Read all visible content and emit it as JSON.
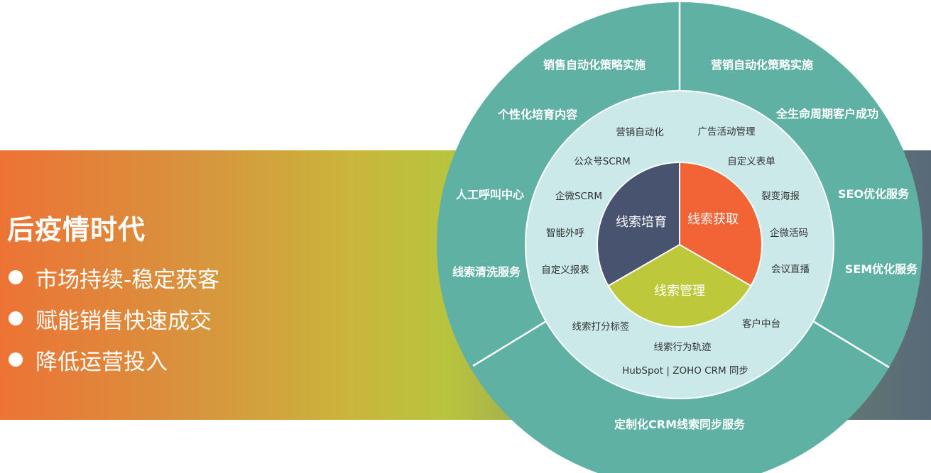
{
  "left_panel": {
    "headline": "后疫情时代",
    "bullets": [
      "市场持续-稳定获客",
      "赋能销售快速成交",
      "降低运营投入"
    ]
  },
  "diagram": {
    "core": {
      "nurture": "线索培育",
      "acquire": "线索获取",
      "manage": "线索管理"
    },
    "inner_ring": {
      "nurture": [
        "营销自动化",
        "公众号SCRM",
        "企微SCRM",
        "智能外呼",
        "自定义报表"
      ],
      "acquire": [
        "广告活动管理",
        "自定义表单",
        "裂变海报",
        "企微活码",
        "会议直播"
      ],
      "manage": [
        "客户中台",
        "线索打分标签",
        "线索行为轨迹",
        "HubSpot | ZOHO CRM 同步"
      ]
    },
    "outer_ring": {
      "left": [
        "销售自动化策略实施",
        "个性化培育内容",
        "人工呼叫中心",
        "线索清洗服务"
      ],
      "right": [
        "营销自动化策略实施",
        "全生命周期客户成功",
        "SEO优化服务",
        "SEM优化服务"
      ],
      "bottom": [
        "定制化CRM线索同步服务"
      ]
    }
  },
  "colors": {
    "outer_ring": "#5fb1a4",
    "inner_ring": "#cae9e8",
    "nurture": "#47536f",
    "acquire": "#f26336",
    "manage": "#bdc83b"
  }
}
